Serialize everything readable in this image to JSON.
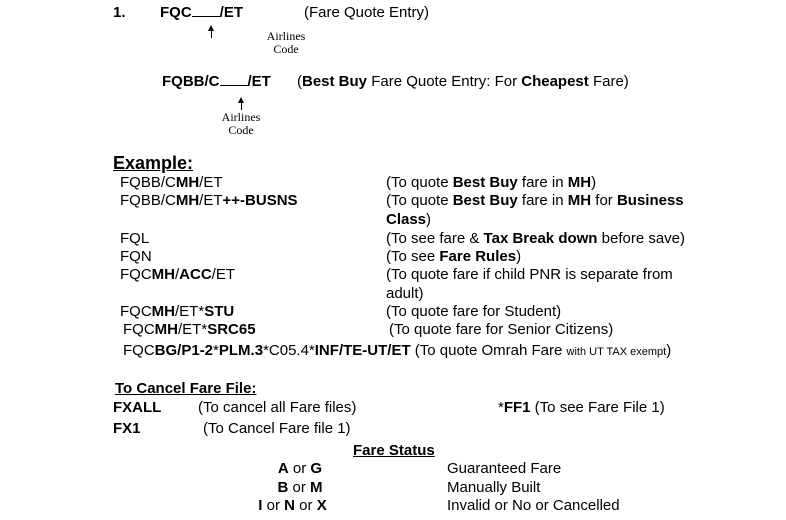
{
  "entry1": {
    "number": "1.",
    "cmd_prefix": "FQC",
    "cmd_suffix": "/ET",
    "desc": "(Fare Quote Entry)",
    "note_line1": "Airlines",
    "note_line2": "Code"
  },
  "entry2": {
    "cmd_prefix": "FQBB/C",
    "cmd_suffix": "/ET",
    "desc_open": "(",
    "desc_bold1": "Best Buy",
    "desc_mid": " Fare Quote Entry: For ",
    "desc_bold2": "Cheapest",
    "desc_end": " Fare)",
    "note_line1": "Airlines",
    "note_line2": "Code"
  },
  "example": {
    "heading": "Example:",
    "r1": {
      "c1": "FQBB/C",
      "c2": "MH",
      "c3": "/ET",
      "d1": "(To quote ",
      "d2": "Best Buy",
      "d3": " fare in ",
      "d4": "MH",
      "d5": ")"
    },
    "r2": {
      "c1": "FQBB/C",
      "c2": "MH",
      "c3": "/ET",
      "c4": "++-BUSNS",
      "d1": "(To quote ",
      "d2": "Best Buy",
      "d3": " fare in ",
      "d4": "MH",
      "d5": " for ",
      "d6": "Business",
      "d7": "Class",
      "d8": ")"
    },
    "r3": {
      "c1": "FQL",
      "d1": "(To see fare & ",
      "d2": "Tax Break down",
      "d3": " before save)"
    },
    "r4": {
      "c1": "FQN",
      "d1": "(To see ",
      "d2": "Fare Rules",
      "d3": ")"
    },
    "r5": {
      "c1": "FQC",
      "c2": "MH",
      "c3": "/",
      "c4": "ACC",
      "c5": "/ET",
      "d1": "(To quote fare if child PNR is separate from",
      "d2": "adult)"
    },
    "r6": {
      "c1": "FQC",
      "c2": "MH",
      "c3": "/ET*",
      "c4": "STU",
      "d1": "(To quote fare for Student)"
    },
    "r7": {
      "c1": "FQC",
      "c2": "MH",
      "c3": "/ET*",
      "c4": "SRC65",
      "d1": "(To quote fare for Senior Citizens)"
    },
    "r8": {
      "c1": "FQC",
      "c2": "BG",
      "c3": "/",
      "c4": "P1-2",
      "c5": "*",
      "c6": "PLM.3",
      "c7": "*C05.4*",
      "c8": "INF",
      "c9": "/",
      "c10": "TE-UT",
      "c11": "/",
      "c12": "ET",
      "d1": " (To quote Omrah Fare ",
      "d2": "with UT TAX exempt",
      "d3": ")"
    }
  },
  "cancel": {
    "heading": "To Cancel Fare File:",
    "fxall_cmd": "FXALL",
    "fxall_desc": "(To cancel all Fare files)",
    "ff1_star": "*",
    "ff1_cmd": "FF1",
    "ff1_desc": " (To see Fare File 1)",
    "fx1_cmd": "FX1",
    "fx1_desc": "(To Cancel Fare file 1)"
  },
  "fare_status": {
    "heading": "Fare Status",
    "rows": [
      {
        "k1": "A",
        "or1": " or ",
        "k2": "G",
        "or2": "",
        "k3": "",
        "meaning": "Guaranteed Fare"
      },
      {
        "k1": "B",
        "or1": " or ",
        "k2": "M",
        "or2": "",
        "k3": "",
        "meaning": "Manually Built"
      },
      {
        "k1": "I",
        "or1": " or ",
        "k2": "N",
        "or2": " or ",
        "k3": "X",
        "meaning": "Invalid or No or Cancelled"
      }
    ]
  }
}
